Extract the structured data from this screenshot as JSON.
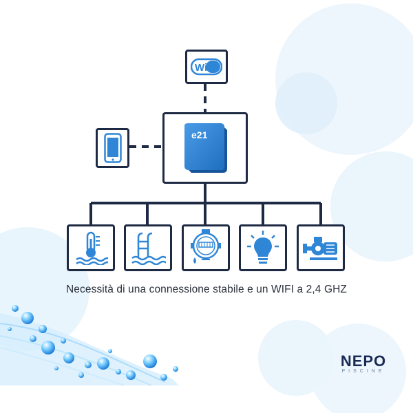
{
  "caption": "Necessità di una connessione stabile e un WIFI a 2,4 GHZ",
  "wifi_label": "WiFi",
  "device_label": "e21",
  "brand": {
    "name": "NEPO",
    "subtitle": "PISCINE"
  },
  "colors": {
    "line": "#1e2a44",
    "icon_blue": "#2f86d6",
    "device_blue": "#2b7fd4",
    "caption": "#2a2f3a",
    "brand": "#1b2b55"
  },
  "icons": [
    "wifi-icon",
    "smartphone-icon",
    "controller-device",
    "water-temperature-icon",
    "pool-ladder-icon",
    "water-meter-icon",
    "light-bulb-icon",
    "pump-icon"
  ]
}
